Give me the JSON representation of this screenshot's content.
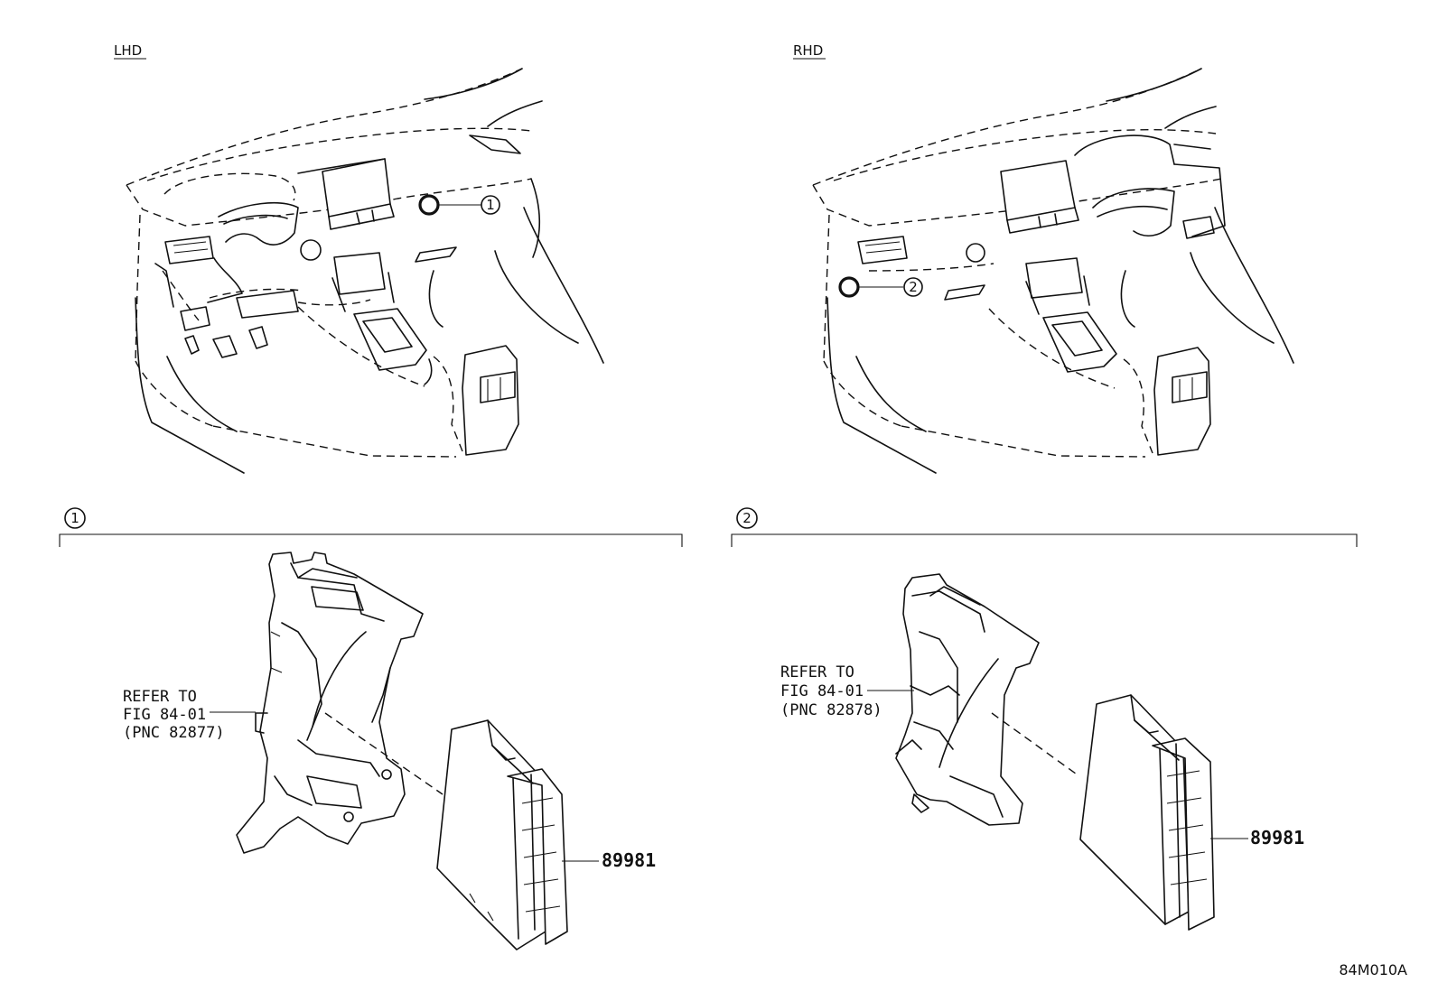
{
  "lhd": {
    "label": "LHD",
    "callout": "1"
  },
  "rhd": {
    "label": "RHD",
    "callout": "2"
  },
  "detail_1": {
    "callout": "1",
    "refer_line1": "REFER TO",
    "refer_line2": "FIG 84-01",
    "refer_line3": "(PNC 82877)",
    "part_number": "89981"
  },
  "detail_2": {
    "callout": "2",
    "refer_line1": "REFER TO",
    "refer_line2": "FIG 84-01",
    "refer_line3": "(PNC 82878)",
    "part_number": "89981"
  },
  "illustration_code": "84M010A"
}
